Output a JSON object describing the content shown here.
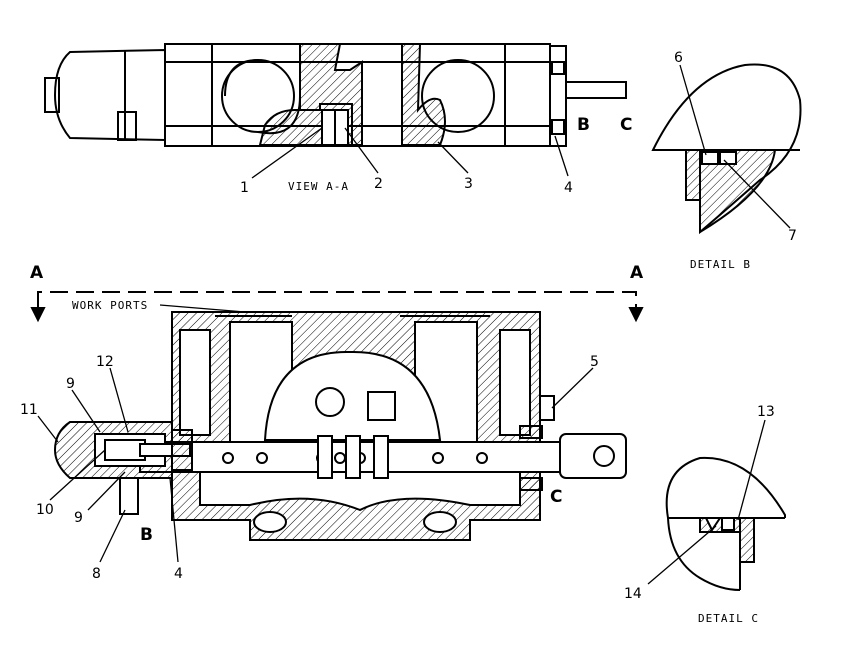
{
  "views": {
    "view_aa": "VIEW A-A",
    "detail_b": "DETAIL B",
    "detail_c": "DETAIL C",
    "work_ports": "WORK PORTS"
  },
  "section_markers": {
    "left": "A",
    "right": "A"
  },
  "port_letters": {
    "top_b": "B",
    "top_c": "C",
    "main_b": "B",
    "main_c": "C"
  },
  "callouts": {
    "n1": "1",
    "n2": "2",
    "n3": "3",
    "n4_top": "4",
    "n4_main": "4",
    "n5": "5",
    "n6": "6",
    "n7": "7",
    "n8": "8",
    "n9_upper": "9",
    "n9_lower": "9",
    "n10": "10",
    "n11": "11",
    "n12": "12",
    "n13": "13",
    "n14": "14"
  }
}
